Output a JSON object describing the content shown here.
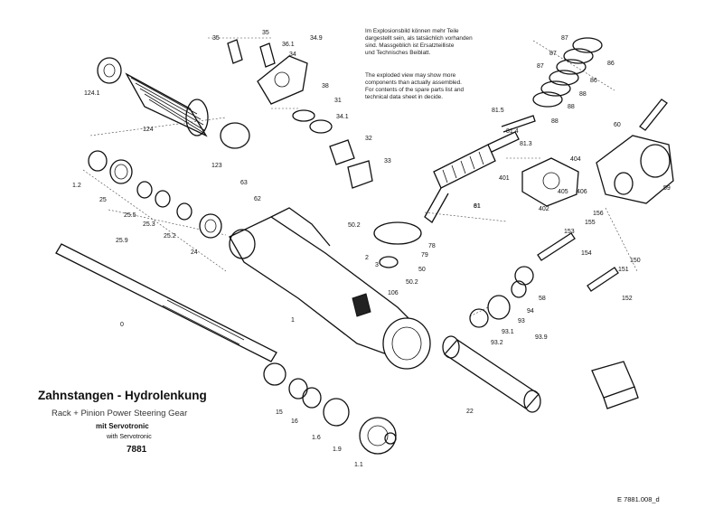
{
  "title": {
    "main": "Zahnstangen - Hydrolenkung",
    "english": "Rack + Pinion Power Steering Gear",
    "servo_de": "mit Servotronic",
    "servo_en": "with Servotronic",
    "number": "7881"
  },
  "notes": {
    "german": [
      "Im Explosionsbild können mehr Teile",
      "dargestellt sein, als tatsächlich vorhanden",
      "sind. Massgeblich ist Ersatzteilliste",
      "und Technisches Beiblatt."
    ],
    "english": [
      "The exploded view may show more",
      "components than actually assembled.",
      "For contents of the spare parts list and",
      "technical data sheet in decide."
    ]
  },
  "drawing_code": "E 7881.008_d",
  "part_labels": [
    "35",
    "35",
    "36.1",
    "34.9",
    "34",
    "124.1",
    "124",
    "38",
    "31",
    "34.1",
    "32",
    "33",
    "123",
    "1.2",
    "25",
    "25.5",
    "25.3",
    "25.2",
    "25.9",
    "24",
    "63",
    "62",
    "50.2",
    "2",
    "3",
    "50",
    "50.2",
    "106",
    "1",
    "79",
    "78",
    "81.5",
    "81.4",
    "81.3",
    "81",
    "87",
    "87",
    "87",
    "86",
    "86",
    "88",
    "88",
    "88",
    "61",
    "60",
    "59",
    "404",
    "401",
    "405",
    "406",
    "402",
    "155",
    "156",
    "153",
    "154",
    "58",
    "94",
    "93",
    "93.1",
    "93.2",
    "93.9",
    "151",
    "150",
    "152",
    "0",
    "15",
    "16",
    "1.6",
    "1.9",
    "1.1",
    "22"
  ]
}
